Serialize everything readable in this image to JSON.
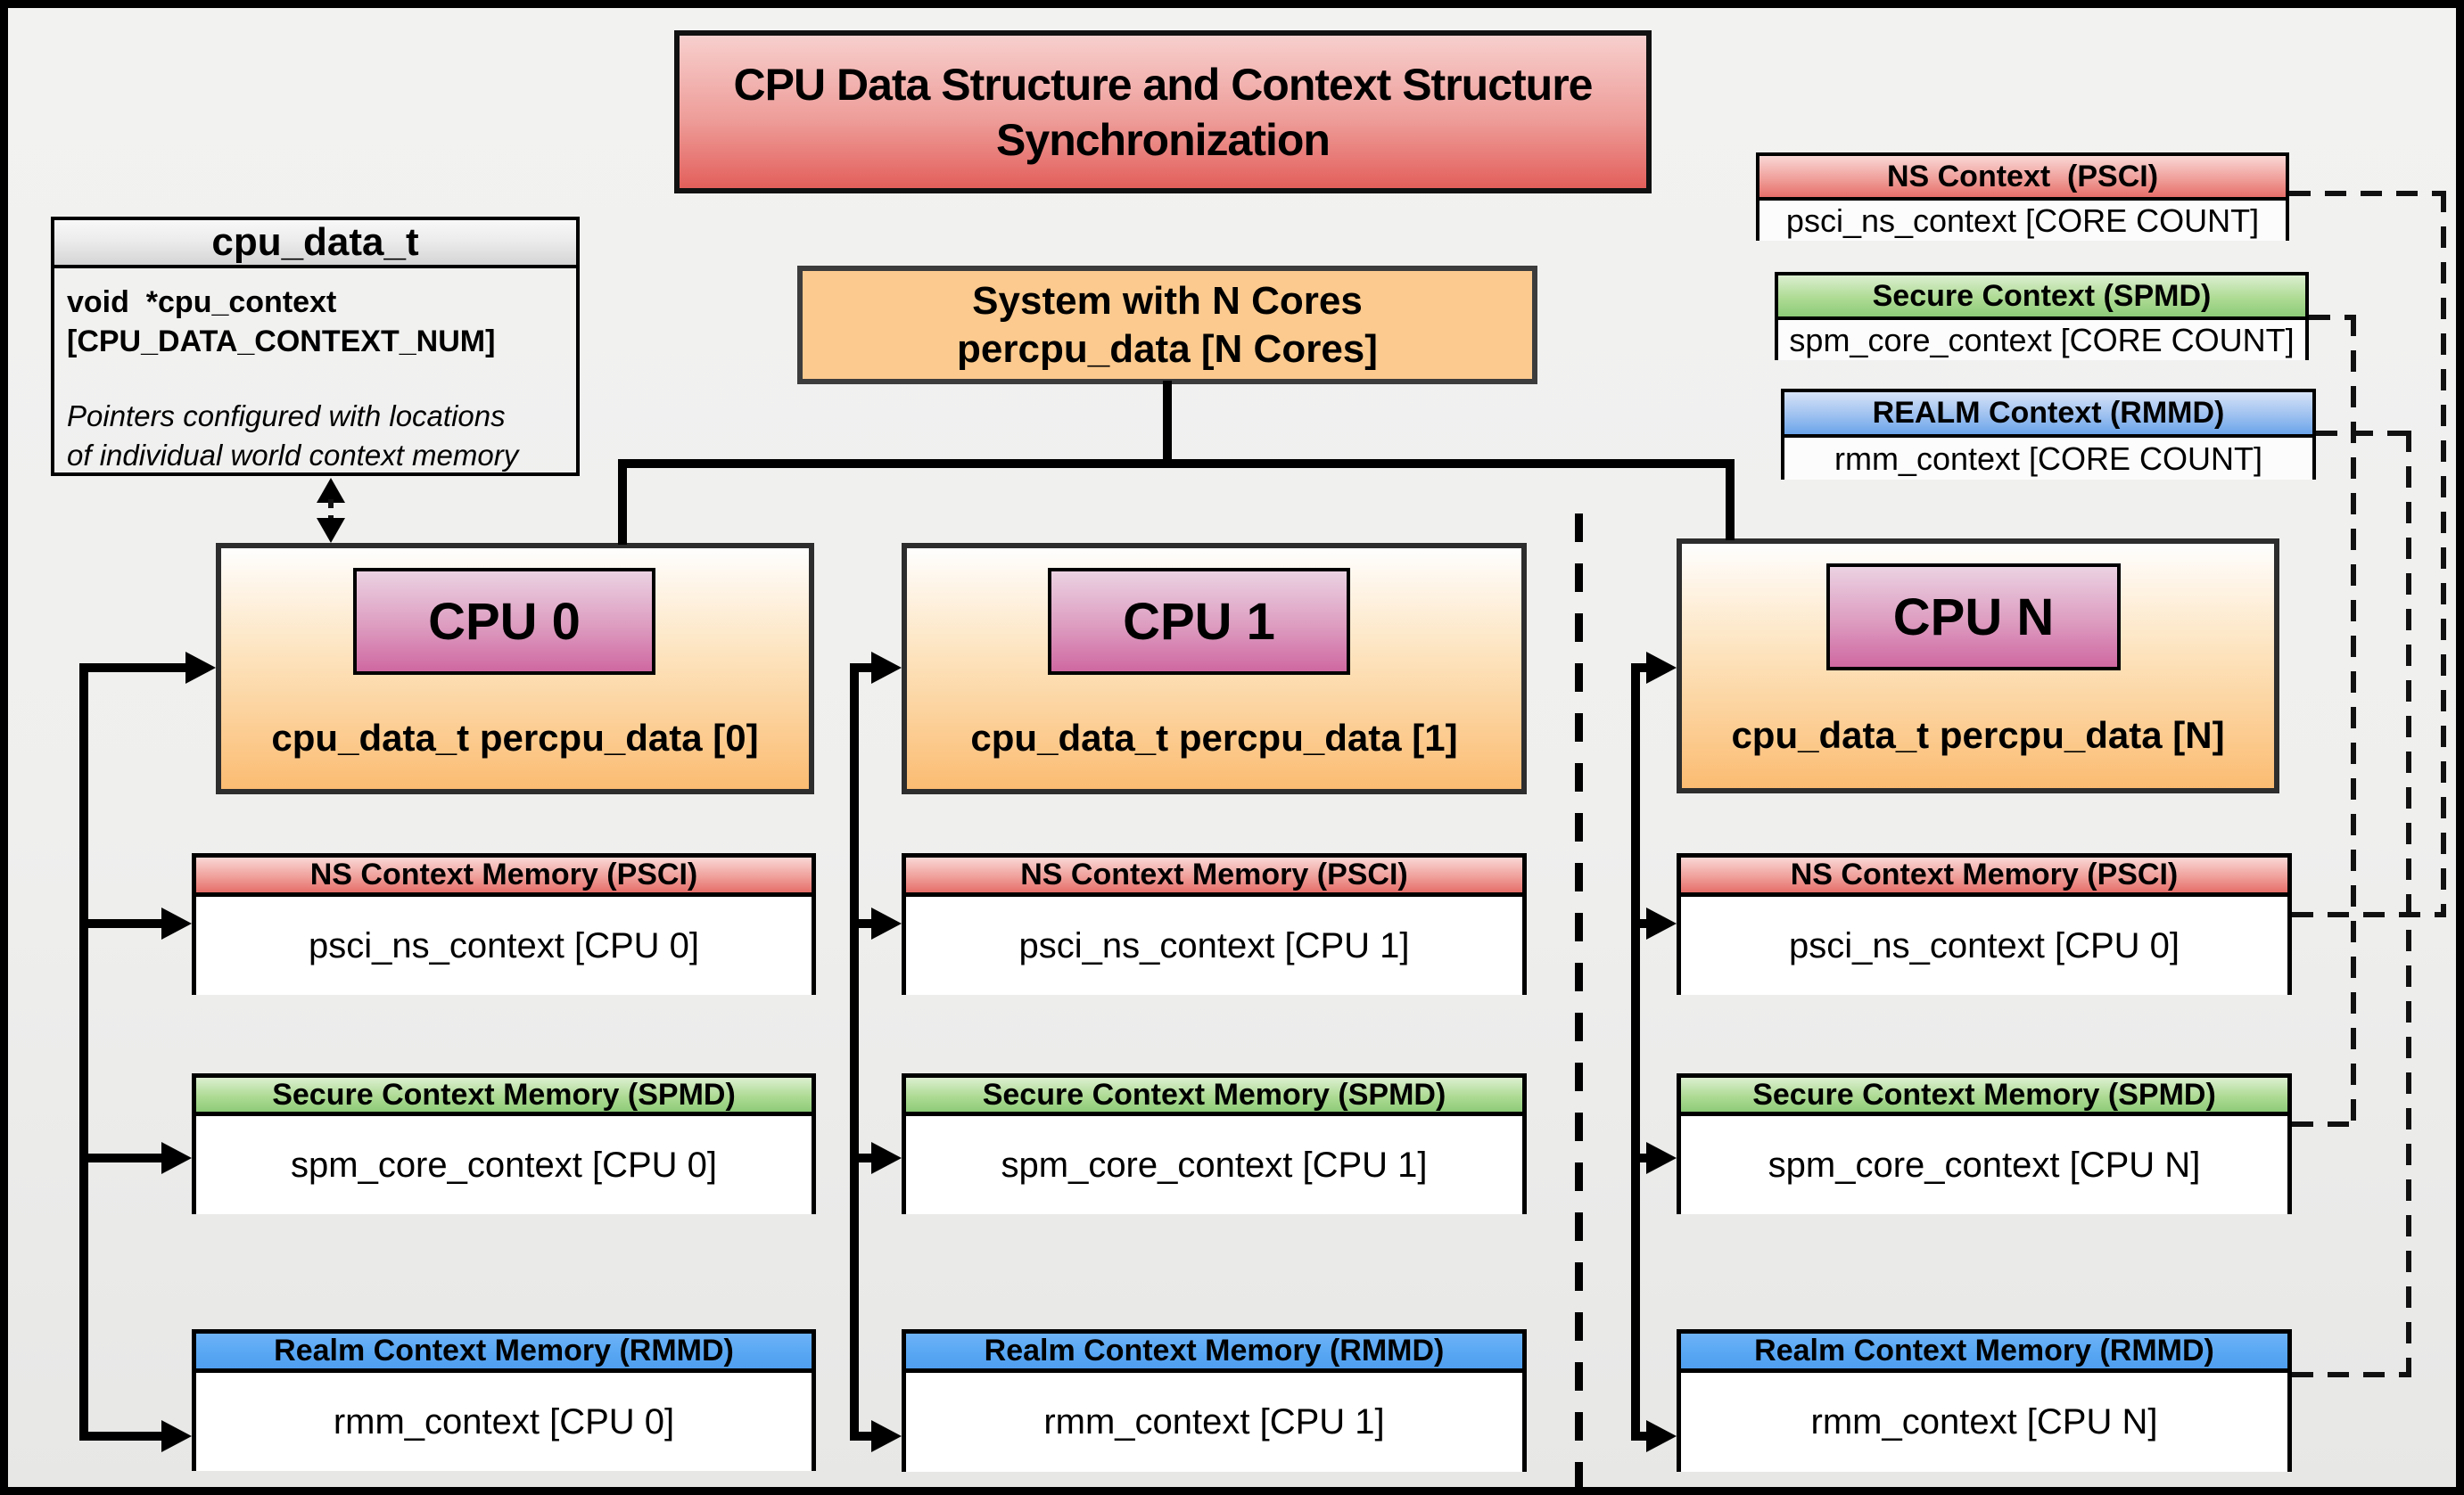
{
  "title": {
    "line1": "CPU Data Structure and Context Structure",
    "line2": "Synchronization"
  },
  "cpu_data_t": {
    "header": "cpu_data_t",
    "field_line1": "void  *cpu_context",
    "field_line2": "[CPU_DATA_CONTEXT_NUM]",
    "note_line1": "Pointers configured with locations",
    "note_line2": "of individual world context memory"
  },
  "system": {
    "line1": "System with N Cores",
    "line2": "percpu_data [N Cores]"
  },
  "legend": {
    "ns": {
      "title": "NS Context  (PSCI)",
      "body": "psci_ns_context [CORE COUNT]"
    },
    "secure": {
      "title": "Secure Context (SPMD)",
      "body": "spm_core_context [CORE COUNT]"
    },
    "realm": {
      "title": "REALM Context (RMMD)",
      "body": "rmm_context [CORE COUNT]"
    }
  },
  "memory_headers": {
    "ns": "NS Context Memory (PSCI)",
    "secure": "Secure Context Memory (SPMD)",
    "realm": "Realm Context Memory (RMMD)"
  },
  "cpus": [
    {
      "name": "CPU 0",
      "data_label": "cpu_data_t percpu_data [0]",
      "ns": "psci_ns_context [CPU 0]",
      "secure": "spm_core_context [CPU 0]",
      "realm": "rmm_context [CPU 0]"
    },
    {
      "name": "CPU 1",
      "data_label": "cpu_data_t percpu_data [1]",
      "ns": "psci_ns_context [CPU 1]",
      "secure": "spm_core_context [CPU 1]",
      "realm": "rmm_context [CPU 1]"
    },
    {
      "name": "CPU N",
      "data_label": "cpu_data_t percpu_data [N]",
      "ns": "psci_ns_context [CPU 0]",
      "secure": "spm_core_context [CPU N]",
      "realm": "rmm_context [CPU N]"
    }
  ],
  "colors": {
    "red_header_top": "#f9d7d5",
    "red_header_bottom": "#e66e69",
    "title_top": "#f7cfcd",
    "title_bottom": "#e35f5b",
    "green_header_top": "#dcefd0",
    "green_header_bottom": "#8dcb78",
    "blue_header_top": "#d6e3f7",
    "blue_header_bottom": "#6aa4ea",
    "blue_solid": "#57a6f3",
    "system_orange": "#fcca8e",
    "cpu_gradient_bottom": "#fbbc72",
    "cpu_badge_top": "#ebd2e2",
    "cpu_badge_bottom": "#cf68a1",
    "line_black": "#000000"
  }
}
